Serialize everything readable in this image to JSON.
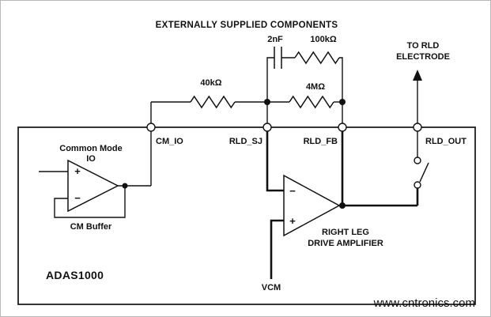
{
  "title": "EXTERNALLY SUPPLIED COMPONENTS",
  "chip": {
    "name": "ADAS1000"
  },
  "components": {
    "capacitor": "2nF",
    "resistor_feedback": "100kΩ",
    "resistor_input": "40kΩ",
    "resistor_parallel": "4MΩ"
  },
  "pins": {
    "cm_io": "CM_IO",
    "rld_sj": "RLD_SJ",
    "rld_fb": "RLD_FB",
    "rld_out": "RLD_OUT"
  },
  "annotations": {
    "electrode_line1": "TO RLD",
    "electrode_line2": "ELECTRODE",
    "cm_io_label_line1": "Common Mode",
    "cm_io_label_line2": "IO",
    "cm_buffer": "CM Buffer",
    "rld_amp_line1": "RIGHT LEG",
    "rld_amp_line2": "DRIVE AMPLIFIER",
    "vcm": "VCM",
    "opamp_plus": "+",
    "opamp_minus": "−",
    "watermark": "www.cntronics.com"
  },
  "colors": {
    "wire": "#111111",
    "watermark": "#79c9a8"
  }
}
